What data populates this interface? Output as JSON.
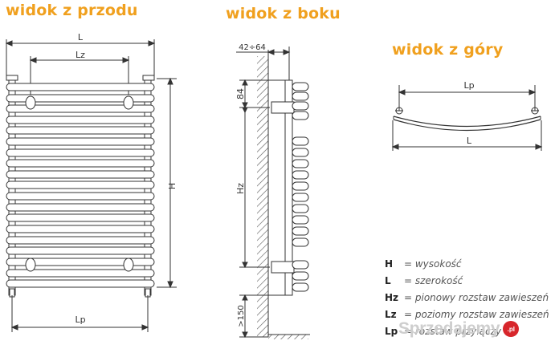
{
  "views": {
    "front": {
      "title": "widok z przodu",
      "dim_L": "L",
      "dim_Lz": "Lz",
      "dim_H": "H",
      "dim_Lp": "Lp"
    },
    "side": {
      "title": "widok z boku",
      "dim_depth": "42÷64",
      "dim_84": "84",
      "dim_Hz": "Hz",
      "dim_150": ">150"
    },
    "top": {
      "title": "widok z góry",
      "dim_Lp": "Lp",
      "dim_L": "L"
    }
  },
  "legend": [
    {
      "symbol": "H",
      "description": "= wysokość"
    },
    {
      "symbol": "L",
      "description": "= szerokość"
    },
    {
      "symbol": "Hz",
      "description": "= pionowy rozstaw zawieszeń"
    },
    {
      "symbol": "Lz",
      "description": "= poziomy rozstaw zawieszeń"
    },
    {
      "symbol": "Lp",
      "description": "= rozstaw przyłączy"
    }
  ],
  "watermark": {
    "text": "Sprzedajemy",
    "badge": ".pl"
  },
  "colors": {
    "title": "#f0a01e",
    "line": "#333333"
  }
}
